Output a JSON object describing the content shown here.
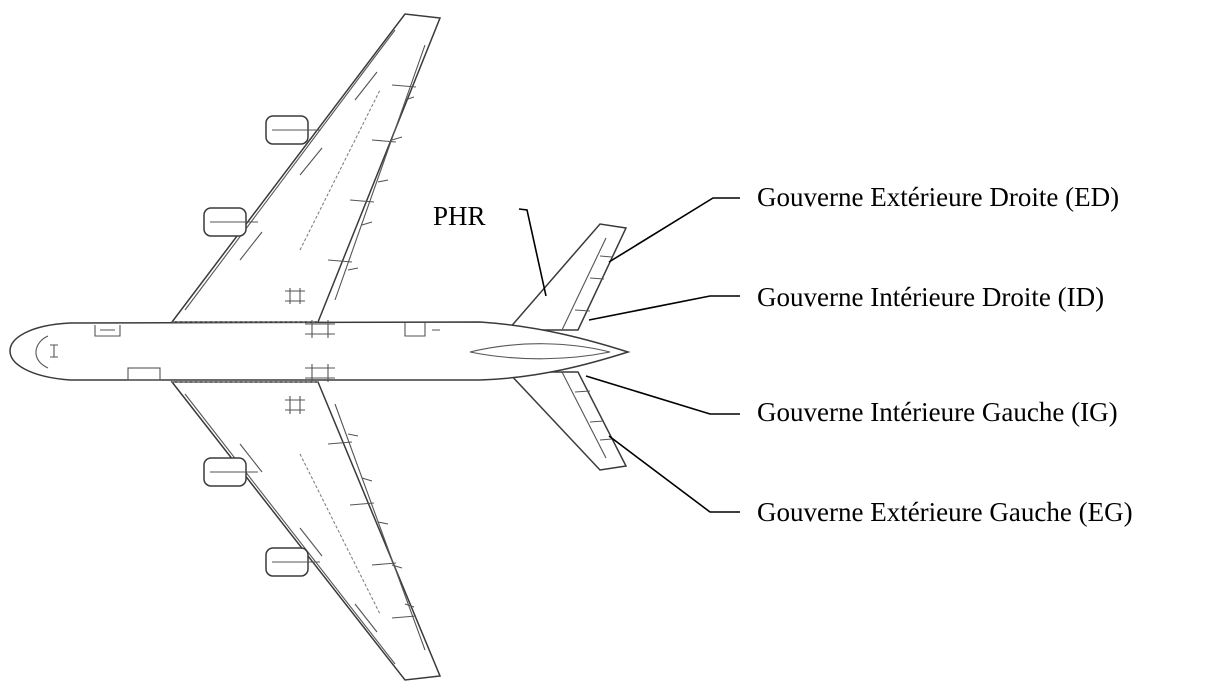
{
  "labels": {
    "phr": "PHR",
    "ed": "Gouverne Extérieure Droite (ED)",
    "id": "Gouverne Intérieure Droite (ID)",
    "ig": "Gouverne Intérieure Gauche (IG)",
    "eg": "Gouverne Extérieure Gauche (EG)"
  }
}
